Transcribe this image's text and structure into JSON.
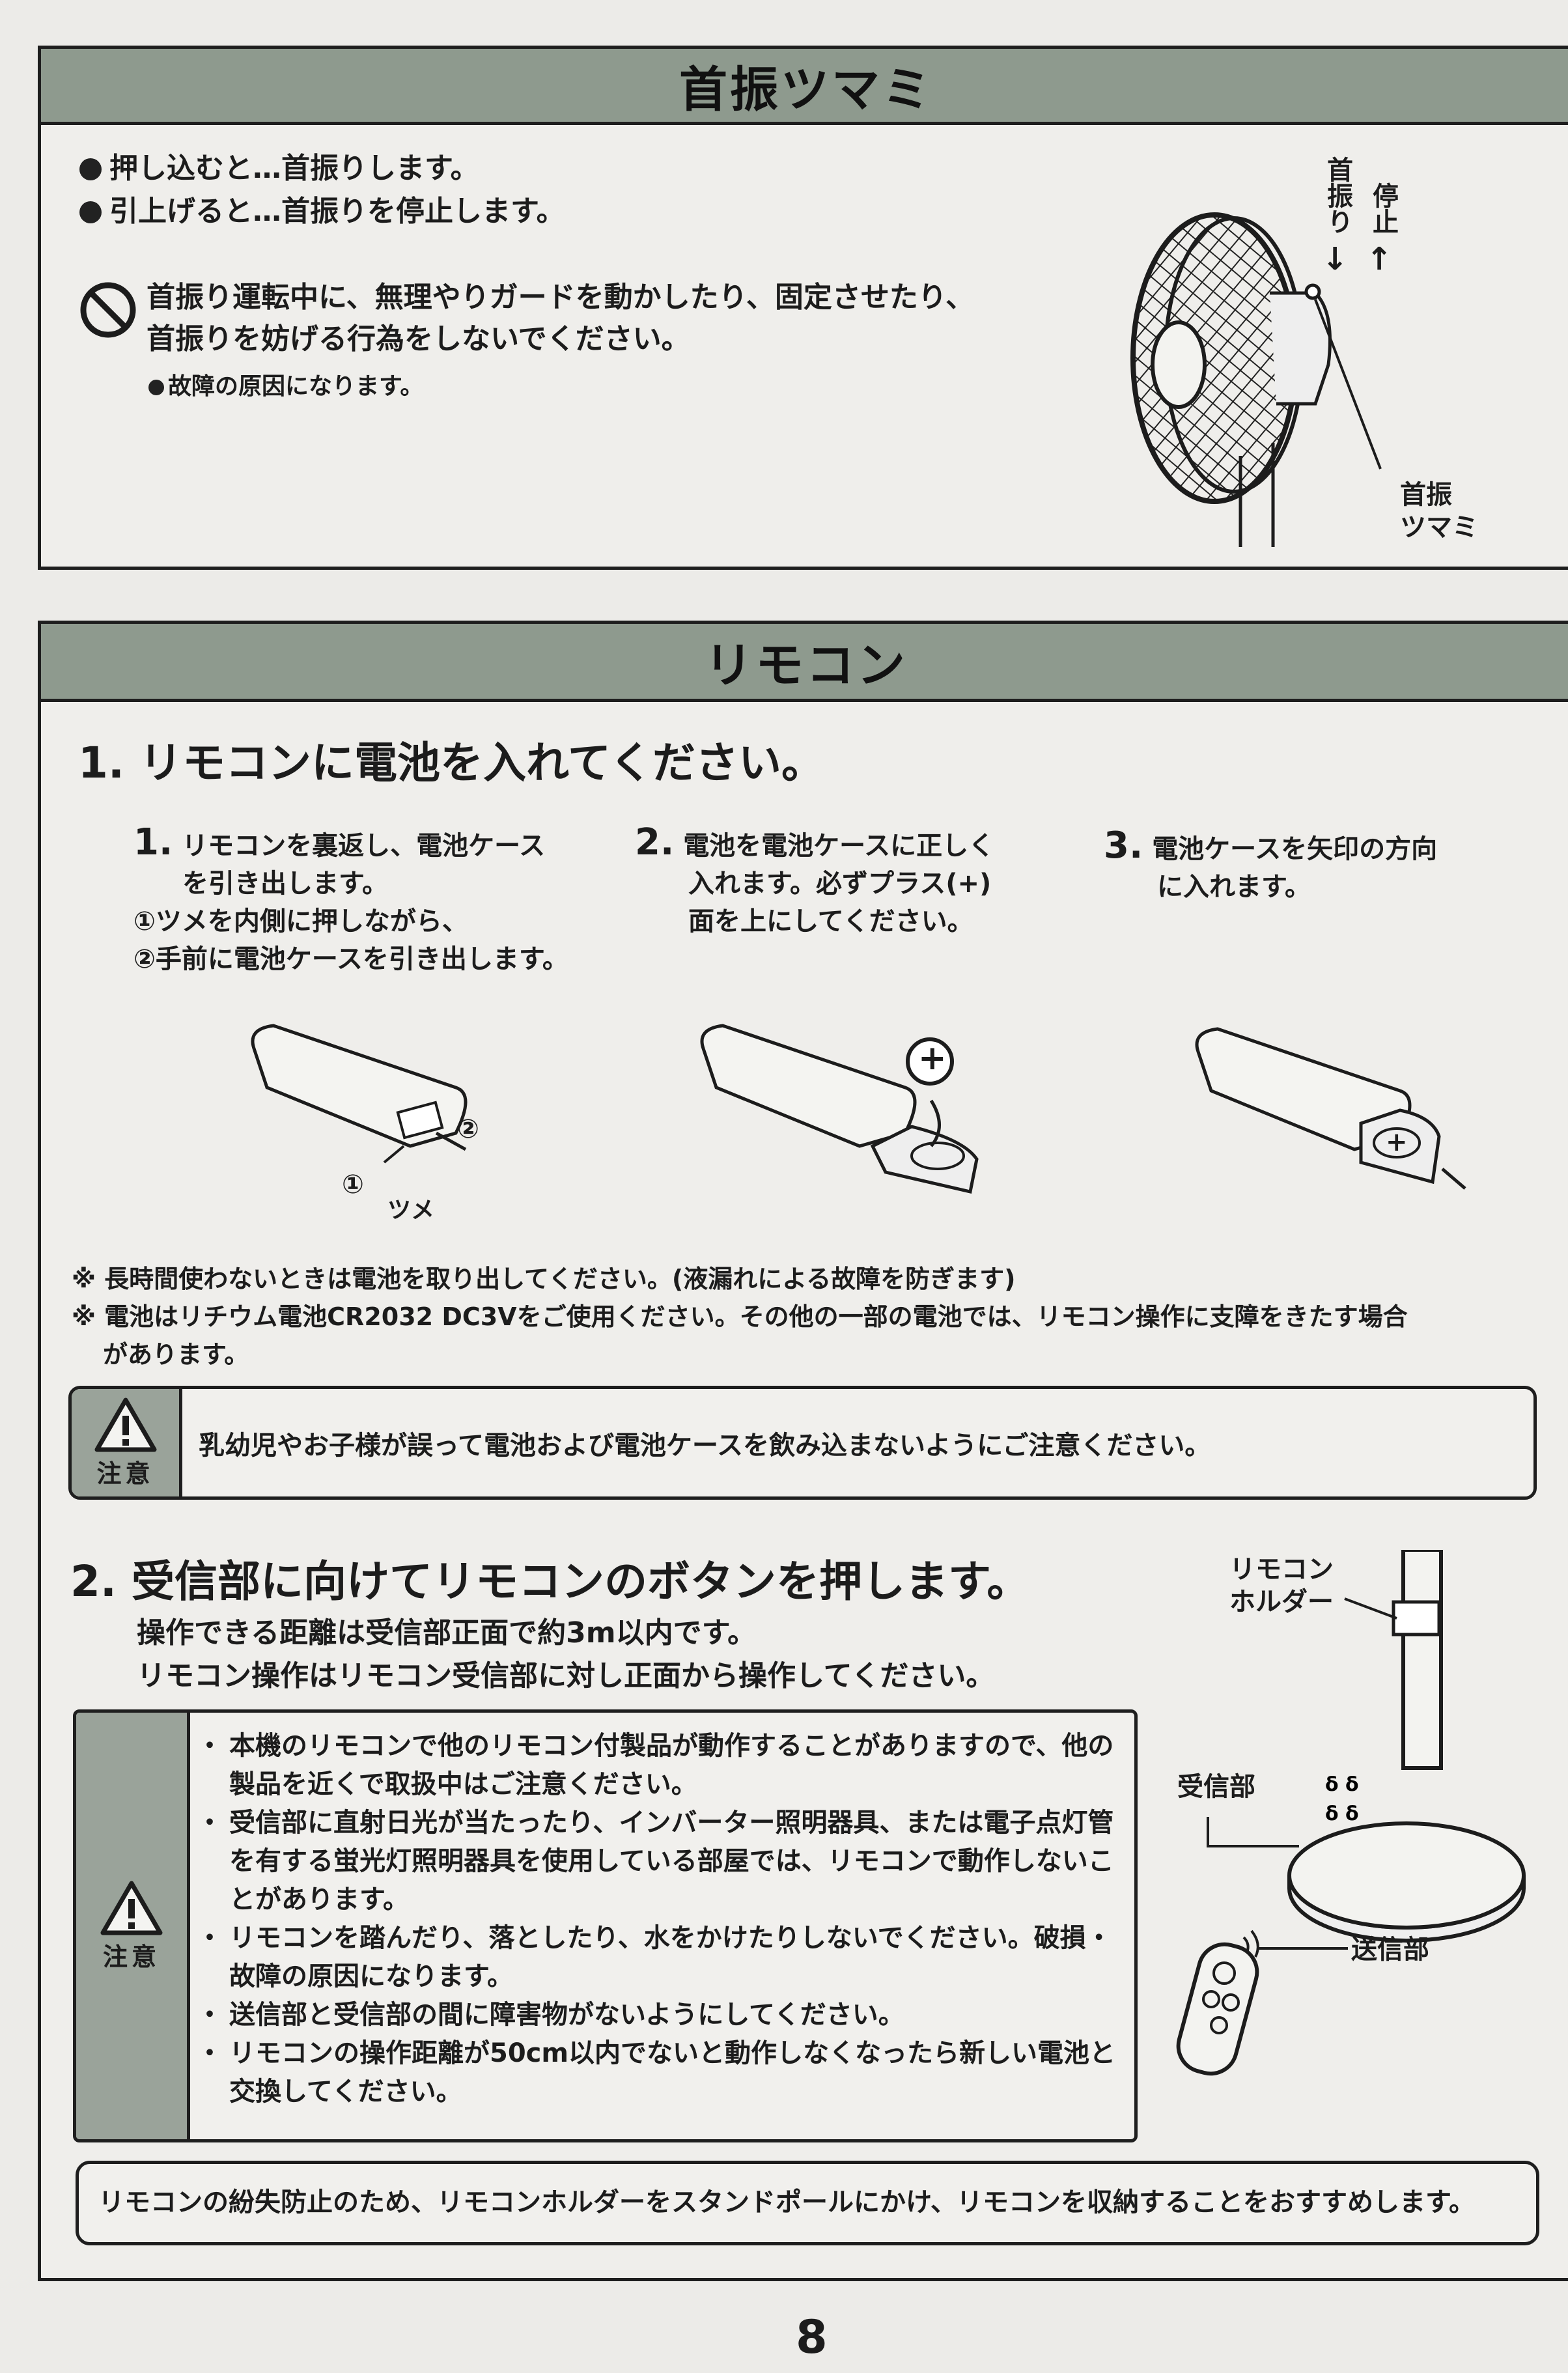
{
  "section1": {
    "title": "首振ツマミ",
    "bullets": [
      "押し込むと…首振りします。",
      "引上げると…首振りを停止します。"
    ],
    "prohibit": {
      "icon": "prohibited-icon",
      "lines": [
        "首振り運転中に、無理やりガードを動かしたり、固定させたり、",
        "首振りを妨げる行為をしないでください。"
      ],
      "sub": "故障の原因になります。"
    },
    "figure": {
      "label_swing": "首振り",
      "label_stop": "停止",
      "label_knob_1": "首振",
      "label_knob_2": "ツマミ"
    }
  },
  "section2": {
    "title": "リモコン",
    "heading1": "1. リモコンに電池を入れてください。",
    "steps": [
      {
        "num": "1.",
        "lines": [
          "リモコンを裏返し、電池ケース",
          "を引き出します。"
        ],
        "sub": [
          "①ツメを内側に押しながら、",
          "②手前に電池ケースを引き出します。"
        ]
      },
      {
        "num": "2.",
        "lines": [
          "電池を電池ケースに正しく",
          "入れます。必ずプラス(+)",
          "面を上にしてください。"
        ]
      },
      {
        "num": "3.",
        "lines": [
          "電池ケースを矢印の方向",
          "に入れます。"
        ]
      }
    ],
    "fig_labels": {
      "c1": "①",
      "c2": "②",
      "tsume": "ツメ",
      "plus": "+"
    },
    "notes": [
      "※ 長時間使わないときは電池を取り出してください。(液漏れによる故障を防ぎます)",
      "※ 電池はリチウム電池CR2032 DC3Vをご使用ください。その他の一部の電池では、リモコン操作に支障をきたす場合",
      "があります。"
    ],
    "warning1": {
      "label": "注意",
      "text": "乳幼児やお子様が誤って電池および電池ケースを飲み込まないようにご注意ください。"
    },
    "heading2": "2. 受信部に向けてリモコンのボタンを押します。",
    "sub2": [
      "操作できる距離は受信部正面で約3m以内です。",
      "リモコン操作はリモコン受信部に対し正面から操作してください。"
    ],
    "caution": {
      "label": "注意",
      "items": [
        "本機のリモコンで他のリモコン付製品が動作することがありますので、他の製品を近くで取扱中はご注意ください。",
        "受信部に直射日光が当たったり、インバーター照明器具、または電子点灯管を有する蛍光灯照明器具を使用している部屋では、リモコンで動作しないことがあります。",
        "リモコンを踏んだり、落としたり、水をかけたりしないでください。破損・故障の原因になります。",
        "送信部と受信部の間に障害物がないようにしてください。",
        "リモコンの操作距離が50cm以内でないと動作しなくなったら新しい電池と交換してください。"
      ]
    },
    "fig2": {
      "holder_1": "リモコン",
      "holder_2": "ホルダー",
      "receiver": "受信部",
      "transmitter": "送信部"
    },
    "tip": "リモコンの紛失防止のため、リモコンホルダーをスタンドポールにかけ、リモコンを収納することをおすすめします。"
  },
  "page_number": "8"
}
